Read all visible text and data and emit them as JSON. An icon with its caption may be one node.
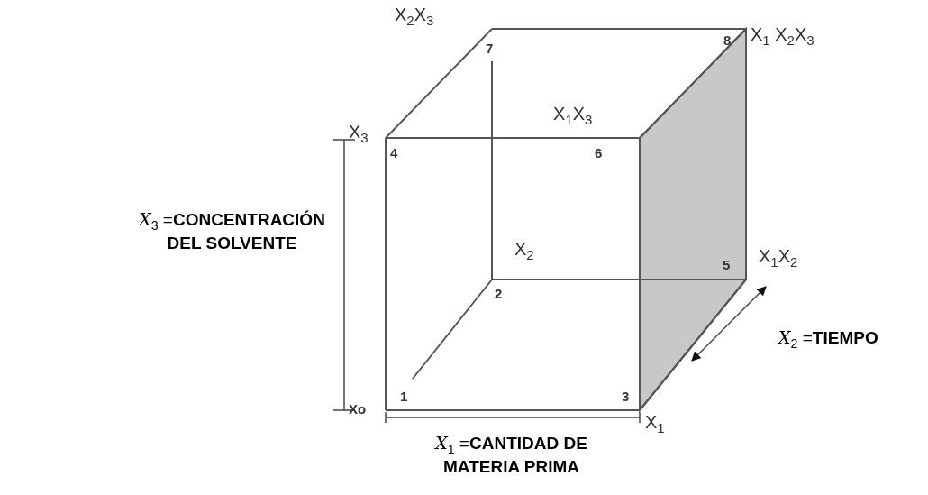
{
  "diagram": {
    "labels": [
      "X$_{2}$X$_{3}$",
      "7",
      "8",
      "X$_{1}$ X$_{2}$X$_{3}$",
      "X$_{1}$X$_{3}$",
      "X$_{3}$",
      "4",
      "6",
      "*X*$_{3}$ =**CONCENTRACIÓN DEL SOLVENTE**",
      "X$_{2}$",
      "5",
      "X$_{1}$X$_{2}$",
      "2",
      "*X*$_{2}$ =**TIEMPO**",
      "Xo",
      "1",
      "3",
      "X$_{1}$",
      "*X*$_{1}$ =**CANTIDAD DE MATERIA PRIMA**"
    ]
  }
}
